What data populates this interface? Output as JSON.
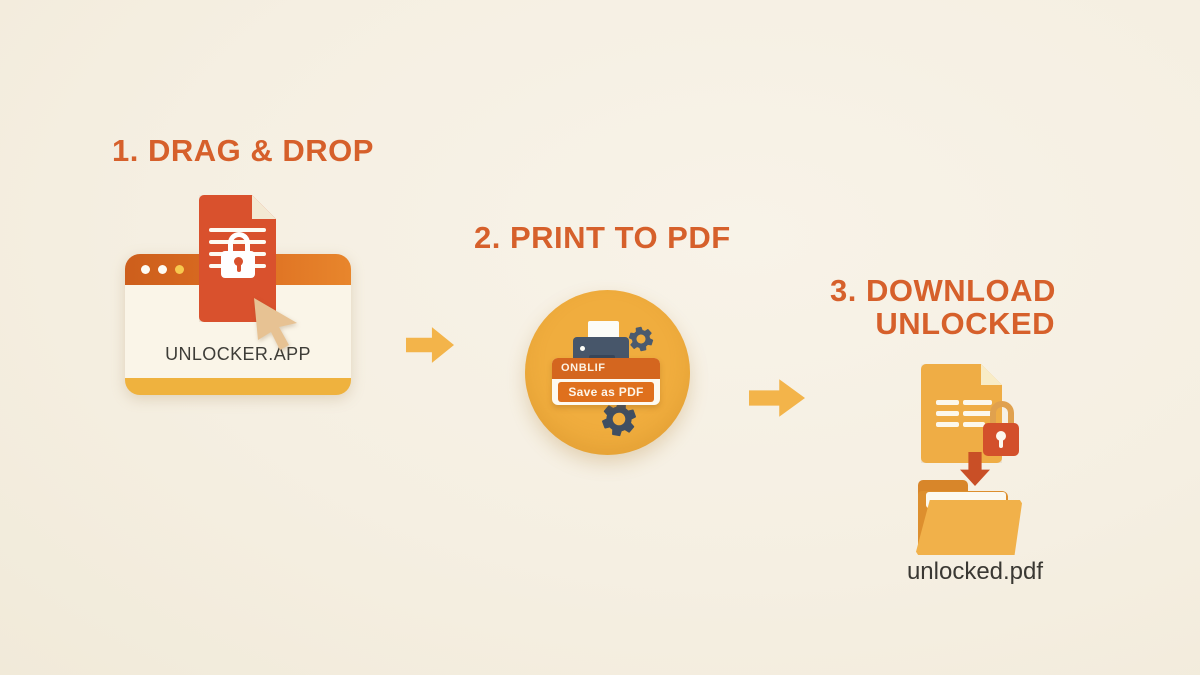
{
  "step1": {
    "title": "1. DRAG & DROP",
    "window_label": "UNLOCKER.APP"
  },
  "step2": {
    "title": "2. PRINT TO PDF",
    "menu_header": "ONBLIF",
    "menu_button": "Save as PDF"
  },
  "step3": {
    "title_line1": "3. DOWNLOAD",
    "title_line2": "UNLOCKED",
    "file_label": "unlocked.pdf"
  },
  "icons": {
    "step1": [
      "browser-window",
      "locked-document-icon",
      "cursor-pointer-icon"
    ],
    "step2": [
      "printer-icon",
      "gear-icon",
      "save-as-pdf-menu"
    ],
    "step3": [
      "document-icon",
      "lock-icon",
      "download-arrow-icon",
      "folder-icon"
    ],
    "between_steps": "right-arrow-icon"
  },
  "colors": {
    "background": "#f5efe2",
    "title_orange": "#d6602b",
    "flow_arrow": "#f3b44a",
    "browser_bar": "#d4661f",
    "browser_body": "#faf5e8",
    "browser_bottom": "#efb23e",
    "locked_doc_red": "#d9512d",
    "cursor_tan": "#e7c293",
    "circle_yellow": "#f0ad3e",
    "printer_slate": "#47566a",
    "menu_header_orange": "#d4661f",
    "menu_button_orange": "#df701d",
    "doc_yellow": "#efad45",
    "lock_red": "#d3502b",
    "shackle_gold": "#e0a14e",
    "download_arrow": "#c94f26",
    "folder_back": "#dd8f2e",
    "folder_front": "#f1b14a",
    "text_dark": "#3a3833"
  }
}
